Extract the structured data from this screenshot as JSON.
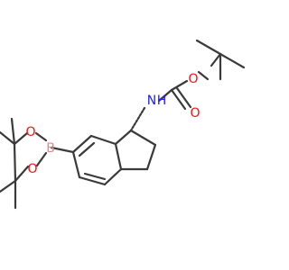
{
  "colors": {
    "bond": "#3a3a3a",
    "oxygen": "#ff0d0d",
    "nitrogen": "#2020ff",
    "boron": "#e08a8a",
    "carbon": "#3a3a3a"
  },
  "atoms": {
    "n_label": "N",
    "nh_label": "H",
    "o_ether_label": "O",
    "o_carbonyl_label": "O",
    "b_label": "B",
    "o_boronate_top_label": "O",
    "o_boronate_bottom_label": "O"
  }
}
